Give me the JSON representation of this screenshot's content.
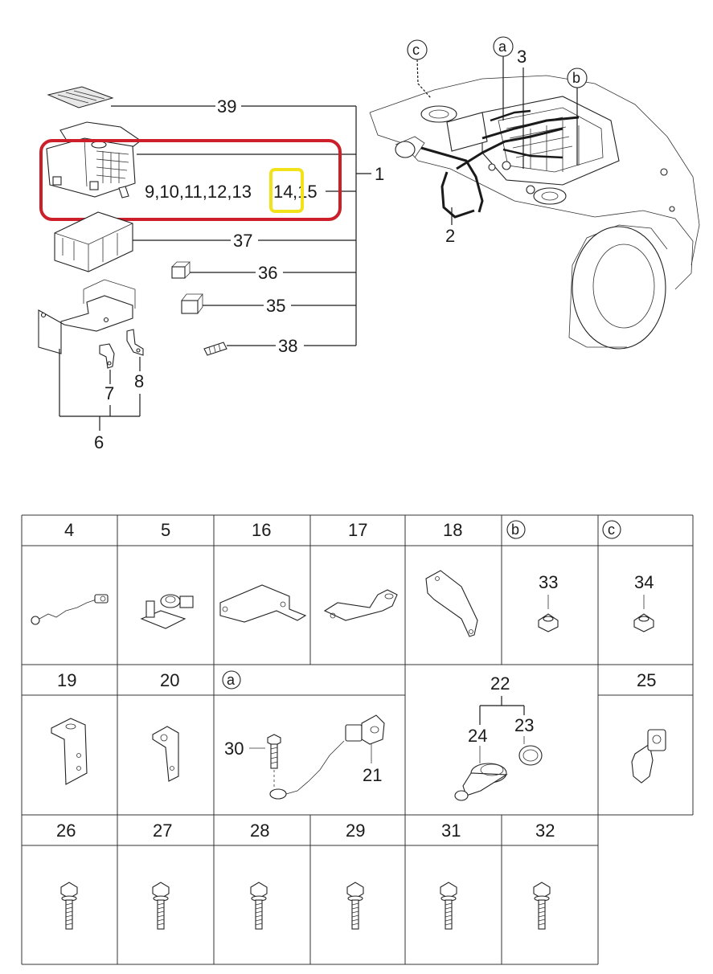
{
  "diagram": {
    "callouts": {
      "c1": "1",
      "c2": "2",
      "c3": "3",
      "c6": "6",
      "c7": "7",
      "c8": "8",
      "c9_15_a": "9,10,11,12,13",
      "c9_15_b": "14",
      "c9_15_c": ",15",
      "c35": "35",
      "c36": "36",
      "c37": "37",
      "c38": "38",
      "c39": "39",
      "ca": "a",
      "cb": "b",
      "cc": "c"
    },
    "highlights": {
      "red_box_color": "#cc1f2a",
      "yellow_box_color": "#f2e21a"
    }
  },
  "parts_table": {
    "row1_headers": [
      "4",
      "5",
      "16",
      "17",
      "18",
      "b",
      "c"
    ],
    "row1_inner": {
      "b_part": "33",
      "c_part": "34"
    },
    "row2_headers": {
      "c19": "19",
      "c20": "20",
      "ca": "a",
      "c22": "22",
      "c25": "25"
    },
    "row2_inner": {
      "p30": "30",
      "p21": "21",
      "p23": "23",
      "p24": "24"
    },
    "row3_headers": [
      "26",
      "27",
      "28",
      "29",
      "31",
      "32"
    ]
  }
}
